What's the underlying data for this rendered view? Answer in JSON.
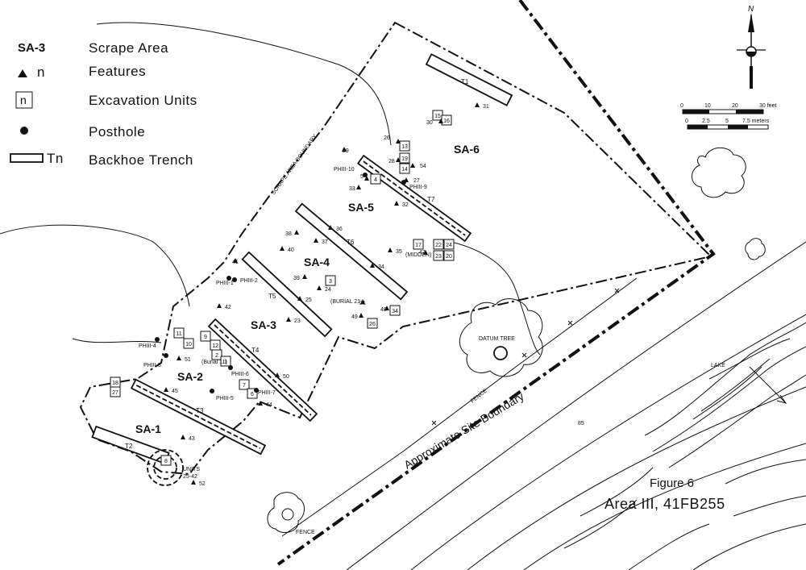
{
  "legend": {
    "scrape_symbol": "SA-3",
    "scrape_label": "Scrape Area",
    "feature_symbol": "n",
    "feature_label": "Features",
    "unit_symbol": "n",
    "unit_label": "Excavation Units",
    "posthole_label": "Posthole",
    "trench_symbol": "Tn",
    "trench_label": "Backhoe Trench"
  },
  "scale": {
    "feet_ticks": [
      "0",
      "10",
      "20",
      "30 feet"
    ],
    "meter_ticks": [
      "0",
      "2.5",
      "5",
      "7.5 meters"
    ],
    "north_label": "N"
  },
  "title": {
    "figure": "Figure 6",
    "area": "Area III, 41FB255"
  },
  "map_labels": {
    "scrape_boundary": "SCRAPE AREA BOUNDARY",
    "site_boundary": "Approximate Site Boundary",
    "datum_tree": "DATUM TREE",
    "lake": "LAKE",
    "fence_1": "FENCE",
    "fence_2": "FENCE",
    "contour_85": "85",
    "units_label": "UNITS",
    "units_range": "25-42",
    "midden": "(MIDDEN)",
    "burial_21": "(BURIAL 21",
    "burial_11": "(Burial 11)"
  },
  "scrape_areas": [
    "SA-1",
    "SA-2",
    "SA-3",
    "SA-4",
    "SA-5",
    "SA-6"
  ],
  "trenches": [
    "T1",
    "T2",
    "T3",
    "T4",
    "T5",
    "T6",
    "T7"
  ],
  "units": [
    "13",
    "19",
    "14",
    "15",
    "16",
    "4",
    "17",
    "22",
    "24",
    "23",
    "20",
    "3",
    "26",
    "34",
    "11",
    "10",
    "9",
    "12",
    "2",
    "1",
    "7",
    "6",
    "18",
    "27",
    "8"
  ],
  "features": [
    "31",
    "30",
    "26",
    "28",
    "54",
    "27",
    "29",
    "5",
    "33",
    "32",
    "36",
    "38",
    "37",
    "40",
    "35",
    "47",
    "41",
    "39",
    "24",
    "25",
    "34",
    "42",
    "21",
    "23",
    "48",
    "49",
    "51",
    "50",
    "45",
    "44",
    "43",
    "52"
  ],
  "postholes": [
    "PHIII-10",
    "PHIII-9",
    "PHIII-1",
    "PHIII-2",
    "PHIII-4",
    "PHIII-3",
    "PHIII-6",
    "PHIII-5",
    "PHIII-7"
  ]
}
